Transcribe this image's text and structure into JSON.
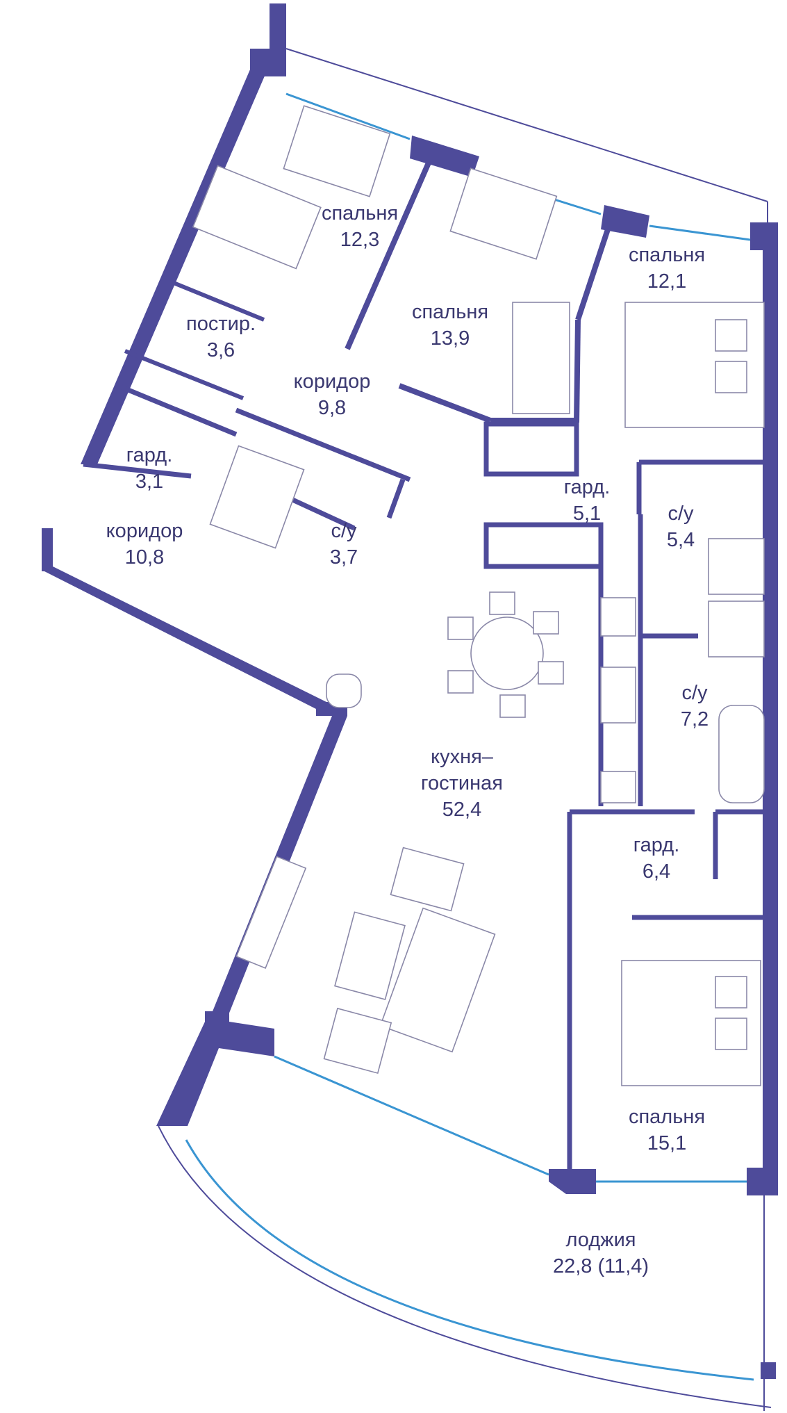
{
  "rooms": [
    {
      "id": "bedroom-1",
      "name": "спальня",
      "area": "12,3"
    },
    {
      "id": "bedroom-2",
      "name": "спальня",
      "area": "13,9"
    },
    {
      "id": "bedroom-3",
      "name": "спальня",
      "area": "12,1"
    },
    {
      "id": "linen",
      "name": "постир.",
      "area": "3,6"
    },
    {
      "id": "corridor-1",
      "name": "коридор",
      "area": "9,8"
    },
    {
      "id": "wardrobe-1",
      "name": "гард.",
      "area": "3,1"
    },
    {
      "id": "wardrobe-2",
      "name": "гард.",
      "area": "5,1"
    },
    {
      "id": "bathroom-1",
      "name": "с/у",
      "area": "5,4"
    },
    {
      "id": "corridor-2",
      "name": "коридор",
      "area": "10,8"
    },
    {
      "id": "bathroom-2",
      "name": "с/у",
      "area": "3,7"
    },
    {
      "id": "bathroom-3",
      "name": "с/у",
      "area": "7,2"
    },
    {
      "id": "kitchen-living",
      "name": "кухня–\nгостиная",
      "area": "52,4"
    },
    {
      "id": "wardrobe-3",
      "name": "гард.",
      "area": "6,4"
    },
    {
      "id": "bedroom-4",
      "name": "спальня",
      "area": "15,1"
    },
    {
      "id": "loggia",
      "name": "лоджия",
      "area": "22,8 (11,4)"
    }
  ],
  "colors": {
    "wall": "#4e4b9a",
    "text": "#3a3870",
    "glass": "#3a95d2",
    "furniture": "#8a88a8"
  }
}
